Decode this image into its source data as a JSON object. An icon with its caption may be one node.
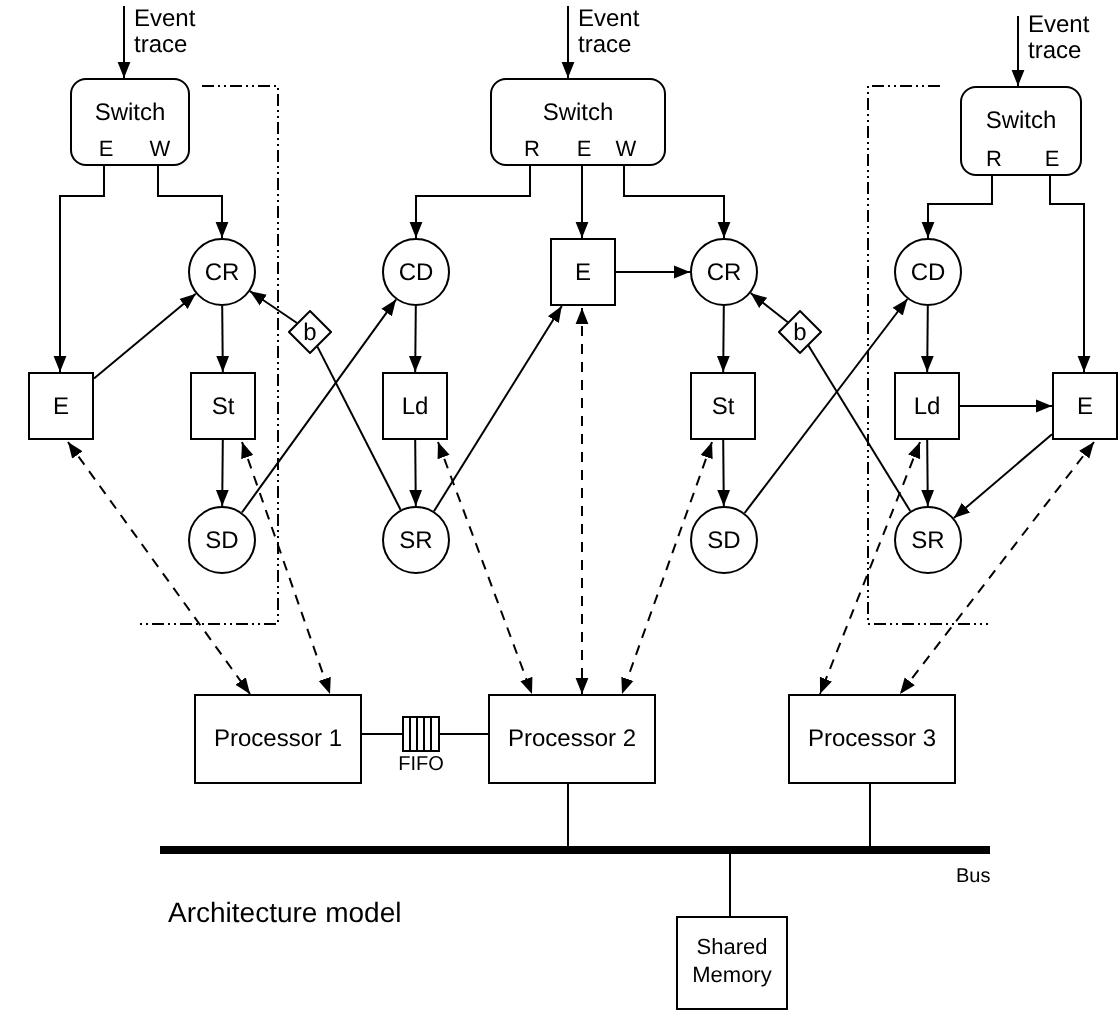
{
  "diagram": {
    "nodes": [
      {
        "text": [
          "Switch",
          "E",
          "W"
        ]
      },
      {
        "text": [
          "CR"
        ]
      },
      {
        "text": [
          "E"
        ]
      },
      {
        "text": [
          "St"
        ]
      },
      {
        "text": [
          "SD"
        ]
      },
      {
        "text": [
          "b"
        ]
      },
      {
        "text": [
          "Switch",
          "R",
          "E",
          "W"
        ]
      },
      {
        "text": [
          "CD"
        ]
      },
      {
        "text": [
          "Ld"
        ]
      },
      {
        "text": [
          "SR"
        ]
      },
      {
        "text": [
          "E"
        ]
      },
      {
        "text": [
          "CR"
        ]
      },
      {
        "text": [
          "St"
        ]
      },
      {
        "text": [
          "SD"
        ]
      },
      {
        "text": [
          "b"
        ]
      },
      {
        "text": [
          "Switch",
          "R",
          "E"
        ]
      },
      {
        "text": [
          "CD"
        ]
      },
      {
        "text": [
          "Ld"
        ]
      },
      {
        "text": [
          "E"
        ]
      },
      {
        "text": [
          "SR"
        ]
      },
      {
        "text": [
          "Processor 1"
        ]
      },
      {
        "text": [
          "FIFO"
        ]
      },
      {
        "text": [
          "Processor 2"
        ]
      },
      {
        "text": [
          "Processor 3"
        ]
      },
      {
        "text": [],
        "shape": "bar",
        "beside": [
          "Bus"
        ]
      },
      {
        "text": [
          "Shared Memory"
        ]
      }
    ],
    "edges": [
      {
        "from": null,
        "to": 0,
        "arrow": "to",
        "label": "Event trace"
      },
      {
        "from": null,
        "to": 6,
        "arrow": "to",
        "label": "Event trace"
      },
      {
        "from": null,
        "to": 15,
        "arrow": "to",
        "label": "Event trace"
      },
      {
        "from": 0,
        "to": 2,
        "arrow": "to"
      },
      {
        "from": 0,
        "to": 1,
        "arrow": "to"
      },
      {
        "from": 2,
        "to": 1,
        "arrow": "to"
      },
      {
        "from": 1,
        "to": 3,
        "arrow": "to"
      },
      {
        "from": 3,
        "to": 4,
        "arrow": "to"
      },
      {
        "from": 4,
        "to": 7,
        "arrow": "to"
      },
      {
        "from": 9,
        "to": 5,
        "arrow": "none"
      },
      {
        "from": 5,
        "to": 1,
        "arrow": "to"
      },
      {
        "from": 6,
        "to": 7,
        "arrow": "to"
      },
      {
        "from": 6,
        "to": 10,
        "arrow": "to"
      },
      {
        "from": 6,
        "to": 11,
        "arrow": "to"
      },
      {
        "from": 7,
        "to": 8,
        "arrow": "to"
      },
      {
        "from": 8,
        "to": 9,
        "arrow": "to"
      },
      {
        "from": 9,
        "to": 10,
        "arrow": "to"
      },
      {
        "from": 10,
        "to": 11,
        "arrow": "to"
      },
      {
        "from": 11,
        "to": 12,
        "arrow": "to"
      },
      {
        "from": 12,
        "to": 13,
        "arrow": "to"
      },
      {
        "from": 13,
        "to": 16,
        "arrow": "to"
      },
      {
        "from": 19,
        "to": 14,
        "arrow": "none"
      },
      {
        "from": 14,
        "to": 11,
        "arrow": "to"
      },
      {
        "from": 15,
        "to": 16,
        "arrow": "to"
      },
      {
        "from": 15,
        "to": 18,
        "arrow": "to"
      },
      {
        "from": 16,
        "to": 17,
        "arrow": "to"
      },
      {
        "from": 17,
        "to": 18,
        "arrow": "to"
      },
      {
        "from": 17,
        "to": 19,
        "arrow": "to"
      },
      {
        "from": 18,
        "to": 19,
        "arrow": "to"
      },
      {
        "from": 2,
        "to": 20,
        "arrow": "both",
        "style": "dashed"
      },
      {
        "from": 3,
        "to": 20,
        "arrow": "both",
        "style": "dashed"
      },
      {
        "from": 8,
        "to": 22,
        "arrow": "both",
        "style": "dashed"
      },
      {
        "from": 10,
        "to": 22,
        "arrow": "both",
        "style": "dashed"
      },
      {
        "from": 12,
        "to": 22,
        "arrow": "both",
        "style": "dashed"
      },
      {
        "from": 17,
        "to": 23,
        "arrow": "both",
        "style": "dashed"
      },
      {
        "from": 18,
        "to": 23,
        "arrow": "both",
        "style": "dashed"
      },
      {
        "from": 20,
        "to": 21,
        "arrow": "none"
      },
      {
        "from": 21,
        "to": 22,
        "arrow": "none"
      },
      {
        "from": 22,
        "to": 24,
        "arrow": "none"
      },
      {
        "from": 23,
        "to": 24,
        "arrow": "none"
      },
      {
        "from": 24,
        "to": 25,
        "arrow": "none"
      }
    ],
    "labels": [
      "Architecture model"
    ]
  }
}
